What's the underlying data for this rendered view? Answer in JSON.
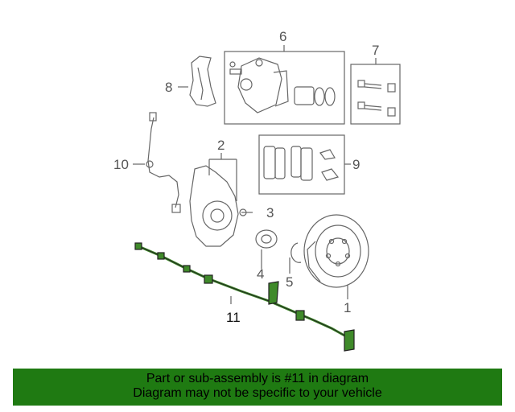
{
  "callouts": {
    "c1": "1",
    "c2": "2",
    "c3": "3",
    "c4": "4",
    "c5": "5",
    "c6": "6",
    "c7": "7",
    "c8": "8",
    "c9": "9",
    "c10": "10",
    "c11": "11"
  },
  "banner": {
    "line1": "Part or sub-assembly is #11 in diagram",
    "line2": "Diagram may not be specific to your vehicle"
  },
  "colors": {
    "banner_bg": "#1f7a12",
    "highlight_part": "#3f8a2a",
    "line_art": "#555555"
  }
}
